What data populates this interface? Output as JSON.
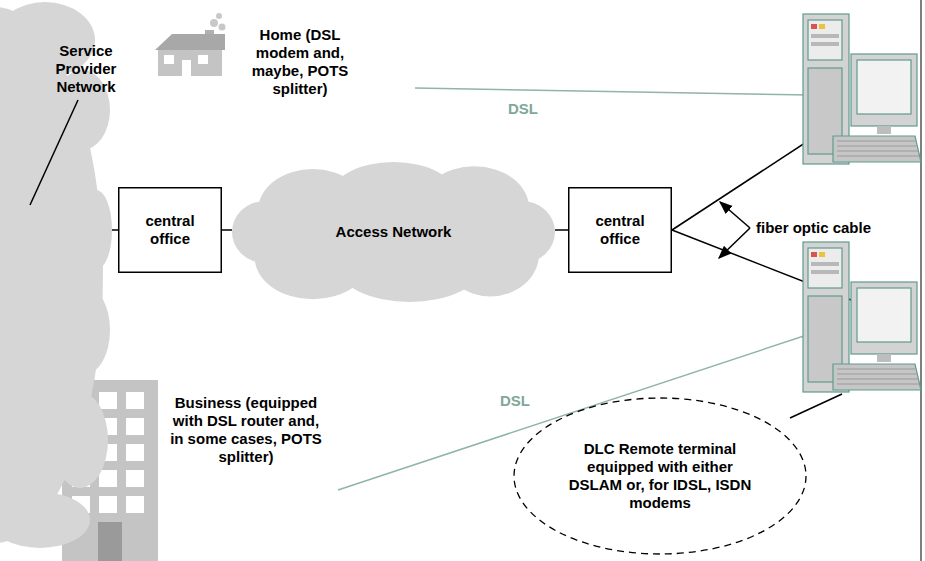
{
  "diagram": {
    "nodes": [
      {
        "text": [
          "Service Provider Network"
        ]
      },
      {
        "text": [
          "Home (DSL modem and, maybe, POTS splitter)"
        ]
      },
      {
        "text": [
          "central office"
        ]
      },
      {
        "text": [
          "Access Network"
        ]
      },
      {
        "text": [
          "central office"
        ]
      },
      {
        "text": [
          "Business (equipped with DSL router and, in some cases, POTS splitter)"
        ]
      },
      {
        "text": [
          "DLC Remote terminal equipped with either DSLAM or, for IDSL, ISDN modems"
        ]
      }
    ],
    "edges": [
      {
        "from": 0,
        "to": 2,
        "arrow": "none"
      },
      {
        "from": 2,
        "to": 3,
        "arrow": "none"
      },
      {
        "from": 3,
        "to": 4,
        "arrow": "none"
      }
    ],
    "labels": [
      "DSL",
      "DSL",
      "fiber optic cable"
    ]
  }
}
